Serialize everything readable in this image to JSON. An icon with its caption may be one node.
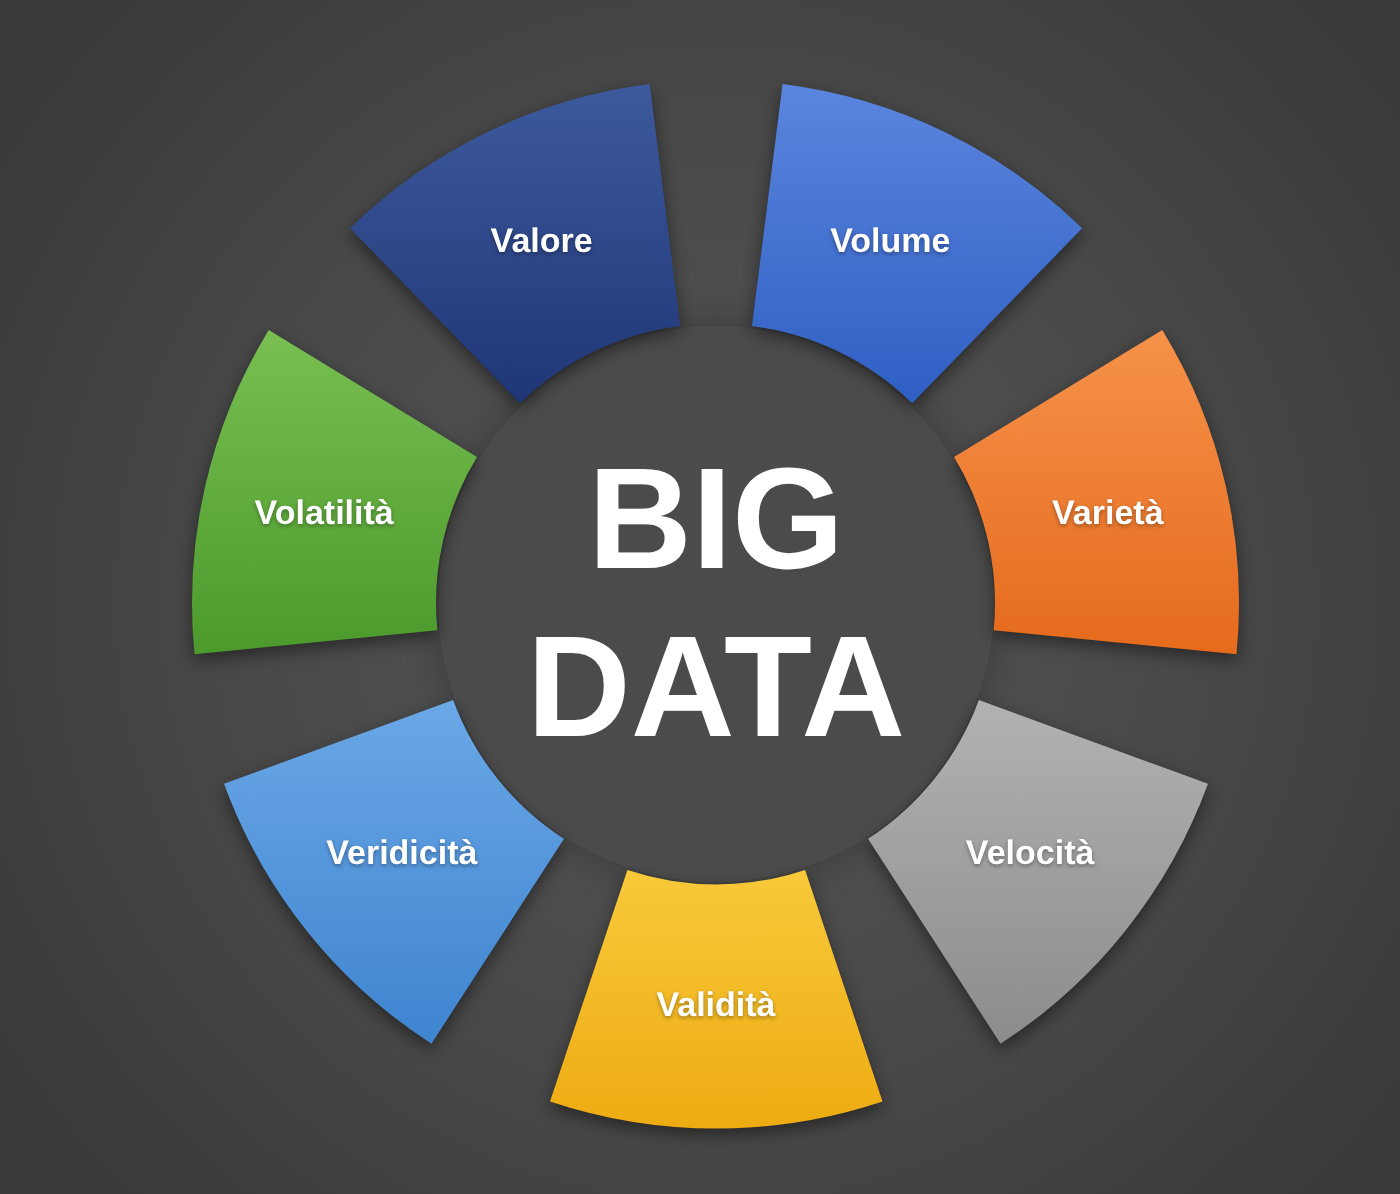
{
  "diagram": {
    "nodes": [
      {
        "text": [
          "Valore"
        ]
      },
      {
        "text": [
          "Volume"
        ]
      },
      {
        "text": [
          "BIG DATA"
        ]
      },
      {
        "text": [
          "Volatilità"
        ]
      },
      {
        "text": [
          "Varietà"
        ]
      },
      {
        "text": [
          "Veridicità"
        ]
      },
      {
        "text": [
          "Velocità"
        ]
      },
      {
        "text": [
          "Validità"
        ]
      }
    ]
  }
}
